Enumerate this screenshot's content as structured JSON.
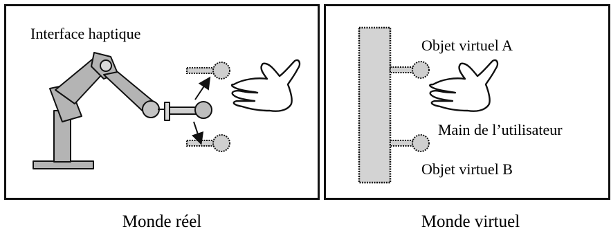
{
  "left_panel": {
    "label": "Interface haptique",
    "caption": "Monde réel"
  },
  "right_panel": {
    "label_object_a": "Objet virtuel A",
    "label_hand": "Main de l’utilisateur",
    "label_object_b": "Objet virtuel B",
    "caption": "Monde virtuel"
  },
  "colors": {
    "robot_fill": "#b4b4b4",
    "wall_fill": "#d3d3d3",
    "object_fill": "#cfcfcf",
    "outline": "#111111"
  },
  "icons": [
    "robot-arm-icon",
    "hand-icon",
    "virtual-object-icon",
    "arrow-icon"
  ]
}
